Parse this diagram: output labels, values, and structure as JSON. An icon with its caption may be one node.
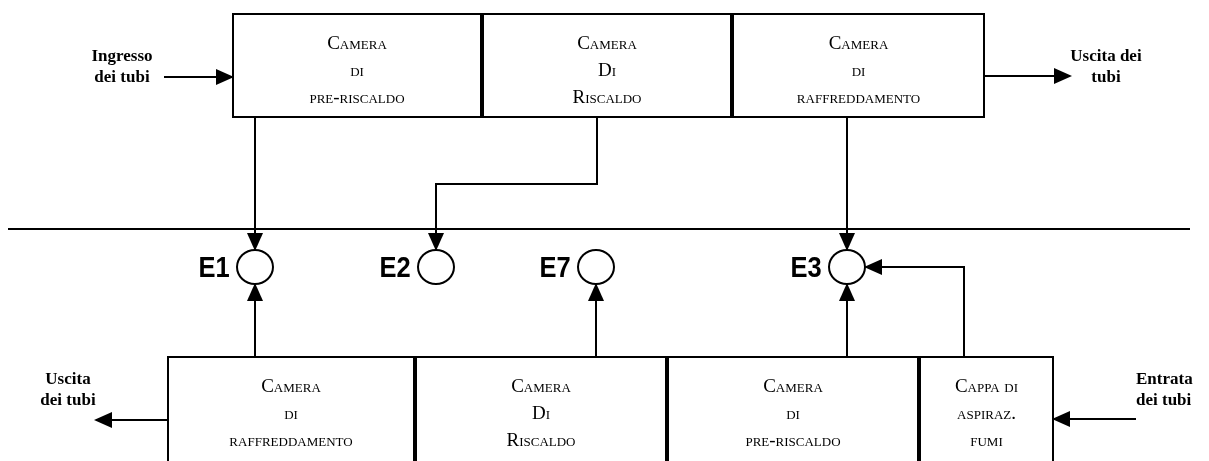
{
  "diagram": {
    "nodes": [
      {
        "text": [
          "Ingresso dei tubi"
        ]
      },
      {
        "text": [
          "Camera di pre-riscaldo"
        ]
      },
      {
        "text": [
          "Camera Di Riscaldo"
        ]
      },
      {
        "text": [
          "Camera di raffreddamento"
        ]
      },
      {
        "text": [
          "Uscita dei tubi"
        ]
      },
      {
        "text": [],
        "shape": "circle",
        "beside": [
          "E1"
        ]
      },
      {
        "text": [],
        "shape": "circle",
        "beside": [
          "E2"
        ]
      },
      {
        "text": [],
        "shape": "circle",
        "beside": [
          "E7"
        ]
      },
      {
        "text": [],
        "shape": "circle",
        "beside": [
          "E3"
        ]
      },
      {
        "text": [
          "Uscita dei tubi"
        ]
      },
      {
        "text": [
          "Camera di raffreddamento"
        ]
      },
      {
        "text": [
          "Camera Di Riscaldo"
        ]
      },
      {
        "text": [
          "Camera di pre-riscaldo"
        ]
      },
      {
        "text": [
          "Cappa di aspiraz. fumi"
        ]
      },
      {
        "text": [
          "Entrata dei tubi"
        ]
      }
    ],
    "edges": [
      {
        "from": 0,
        "to": 1,
        "arrow": "to"
      },
      {
        "from": 1,
        "to": 5,
        "arrow": "to"
      },
      {
        "from": 2,
        "to": 6,
        "arrow": "to"
      },
      {
        "from": 3,
        "to": 8,
        "arrow": "to"
      },
      {
        "from": 3,
        "to": 4,
        "arrow": "to"
      },
      {
        "from": 10,
        "to": 5,
        "arrow": "to"
      },
      {
        "from": 11,
        "to": 7,
        "arrow": "to"
      },
      {
        "from": 12,
        "to": 8,
        "arrow": "to"
      },
      {
        "from": 13,
        "to": 8,
        "arrow": "to"
      },
      {
        "from": 10,
        "to": 9,
        "arrow": "to"
      },
      {
        "from": 14,
        "to": 13,
        "arrow": "to"
      }
    ]
  }
}
